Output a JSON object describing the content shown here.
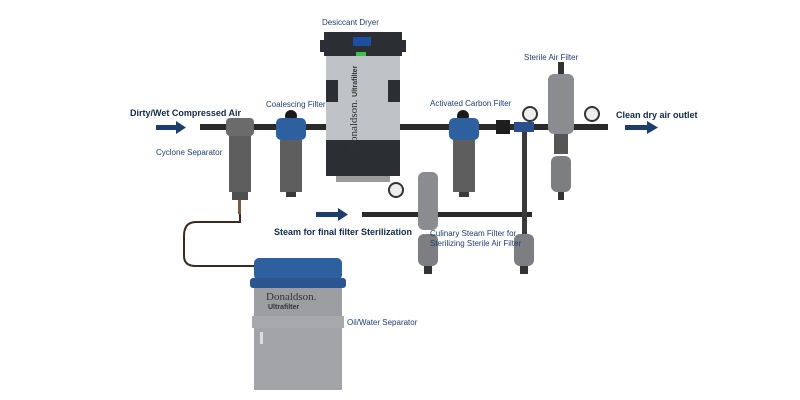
{
  "labels": {
    "inlet": "Dirty/Wet Compressed Air",
    "cyclone": "Cyclone Separator",
    "coalescing": "Coalescing Filter",
    "dryer": "Desiccant Dryer",
    "carbon": "Activated Carbon Filter",
    "sterile": "Sterile Air Filter",
    "outlet": "Clean dry air outlet",
    "steam": "Steam for final filter Sterilization",
    "culinary_line1": "Culinary Steam Filter for",
    "culinary_line2": "Sterilizing Sterile Air Filter",
    "oilwater": "Oil/Water Separator"
  },
  "branding": {
    "brand": "Donaldson.",
    "product": "Ultrafilter"
  },
  "colors": {
    "arrow": "#1d3e6b",
    "label": "#1f3f73",
    "blue_housing": "#2e5f9e",
    "pipe": "#2a2a2a"
  }
}
